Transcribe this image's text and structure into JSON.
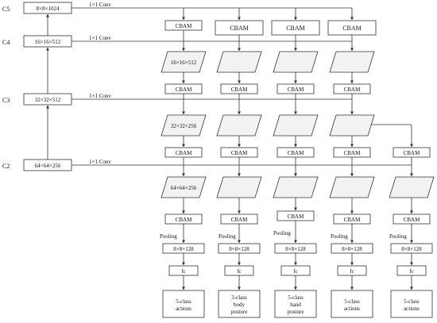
{
  "levels": [
    {
      "name": "C5",
      "shape": "8×8×1024"
    },
    {
      "name": "C4",
      "shape": "16×16×512"
    },
    {
      "name": "C3",
      "shape": "32×32×512"
    },
    {
      "name": "C2",
      "shape": "64×64×256"
    }
  ],
  "conv_label": "1×1 Conv",
  "cbam_label": "CBAM",
  "pooling_label": "Pooling",
  "fc_label": "fc",
  "pooled_shape": "8×8×128",
  "branch1_shapes": [
    "16×16×512",
    "32×32×256",
    "64×64×256"
  ],
  "outputs": [
    [
      "5-class",
      "actions"
    ],
    [
      "3-class",
      "body",
      "posture"
    ],
    [
      "5-class",
      "hand",
      "posture"
    ],
    [
      "5-class",
      "actions"
    ],
    [
      "5-class",
      "actions"
    ]
  ]
}
